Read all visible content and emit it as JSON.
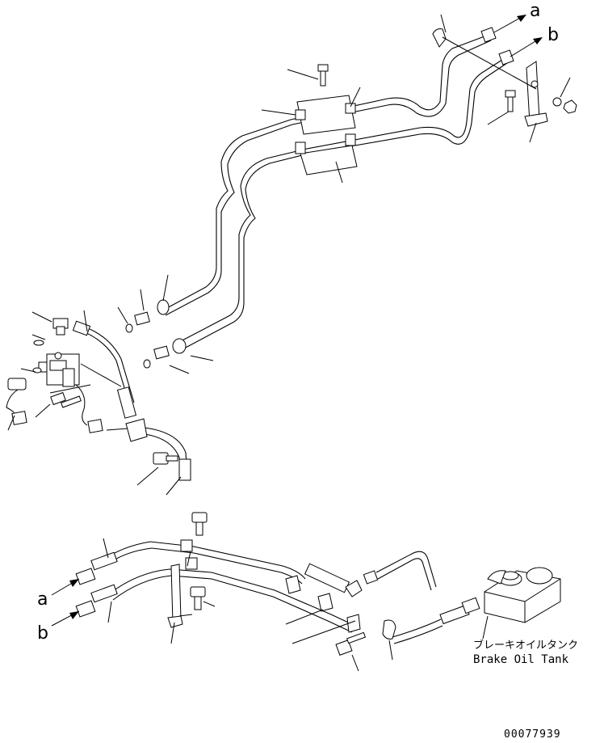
{
  "callouts": {
    "a_top": "a",
    "b_top": "b",
    "a_bottom": "a",
    "b_bottom": "b"
  },
  "tank": {
    "label_jp": "ブレーキオイルタンク",
    "label_en": "Brake Oil Tank"
  },
  "drawing_number": "00077939"
}
